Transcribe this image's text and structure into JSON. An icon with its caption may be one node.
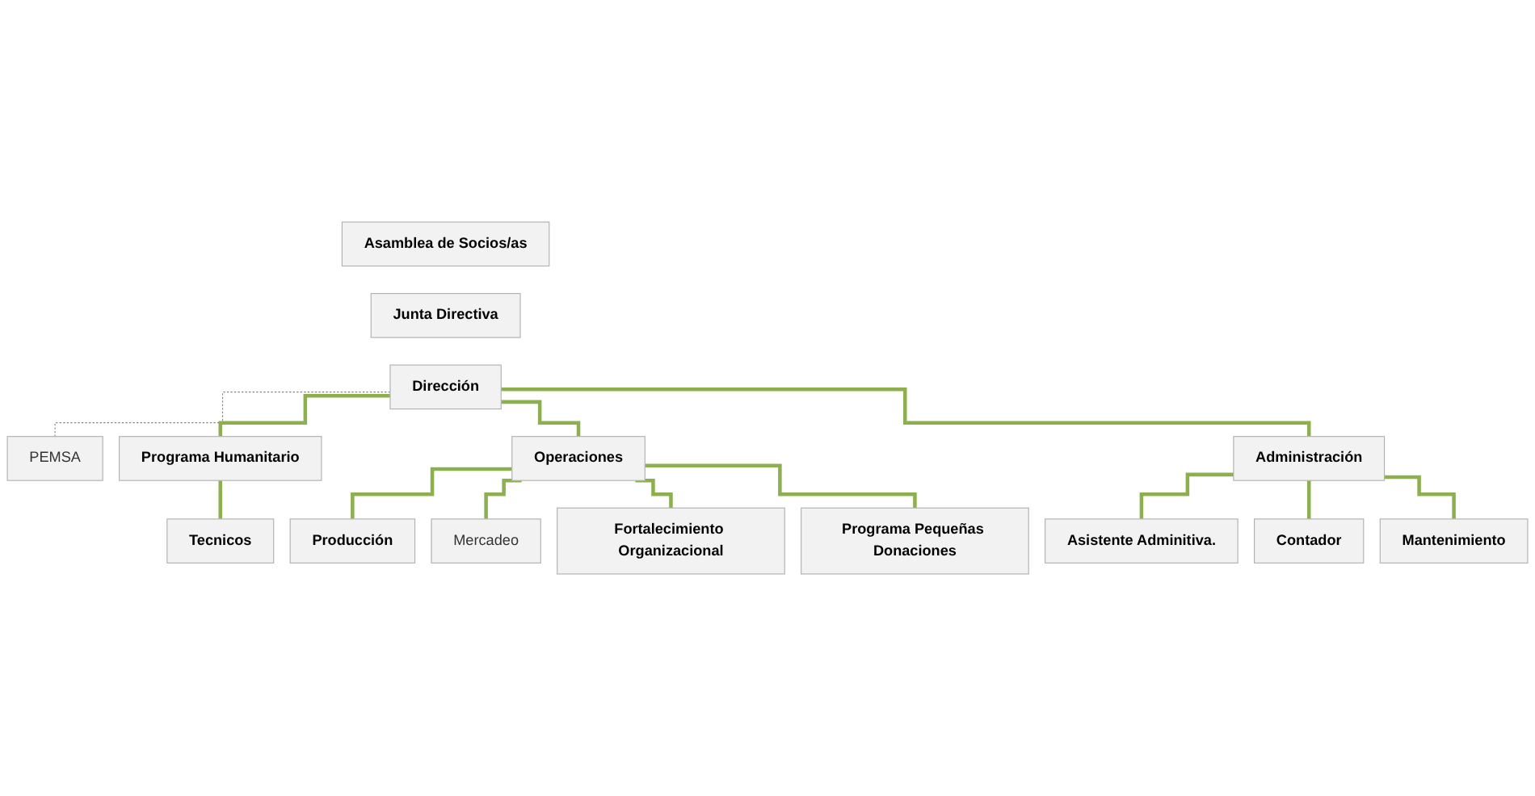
{
  "diagram": {
    "nodes": [
      {
        "text": [
          "Asamblea de Socios/as"
        ]
      },
      {
        "text": [
          "Junta Directiva"
        ]
      },
      {
        "text": [
          "Dirección"
        ]
      },
      {
        "text": [
          "PEMSA"
        ]
      },
      {
        "text": [
          "Programa Humanitario"
        ]
      },
      {
        "text": [
          "Operaciones"
        ]
      },
      {
        "text": [
          "Administración"
        ]
      },
      {
        "text": [
          "Tecnicos"
        ]
      },
      {
        "text": [
          "Producción"
        ]
      },
      {
        "text": [
          "Mercadeo"
        ]
      },
      {
        "text": [
          "Fortalecimiento Organizacional"
        ]
      },
      {
        "text": [
          "Programa Pequeñas Donaciones"
        ]
      },
      {
        "text": [
          "Asistente Adminitiva."
        ]
      },
      {
        "text": [
          "Contador"
        ]
      },
      {
        "text": [
          "Mantenimiento"
        ]
      }
    ],
    "edges": [
      {
        "from": 2,
        "to": 3,
        "arrow": "none",
        "style": "dashed",
        "color": "#808080"
      },
      {
        "from": 2,
        "to": 4,
        "arrow": "none"
      },
      {
        "from": 2,
        "to": 5,
        "arrow": "none"
      },
      {
        "from": 2,
        "to": 6,
        "arrow": "none"
      },
      {
        "from": 4,
        "to": 7,
        "arrow": "none"
      },
      {
        "from": 5,
        "to": 8,
        "arrow": "none"
      },
      {
        "from": 5,
        "to": 9,
        "arrow": "none"
      },
      {
        "from": 5,
        "to": 10,
        "arrow": "none"
      },
      {
        "from": 5,
        "to": 11,
        "arrow": "none"
      },
      {
        "from": 6,
        "to": 12,
        "arrow": "none"
      },
      {
        "from": 6,
        "to": 13,
        "arrow": "none"
      },
      {
        "from": 6,
        "to": 14,
        "arrow": "none"
      }
    ]
  }
}
